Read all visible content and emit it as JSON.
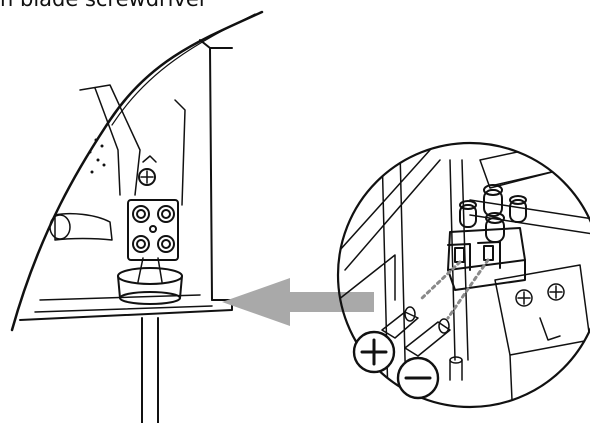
{
  "caption": "n blade screwdriver",
  "colors": {
    "line": "#111111",
    "arrow": "#a9a9a9",
    "background": "#ffffff",
    "dots": "#8a8a8a"
  },
  "polarity": {
    "positive": "+",
    "negative": "−"
  },
  "icons": [
    "plus-symbol",
    "minus-symbol",
    "screw-icon",
    "arrow"
  ]
}
